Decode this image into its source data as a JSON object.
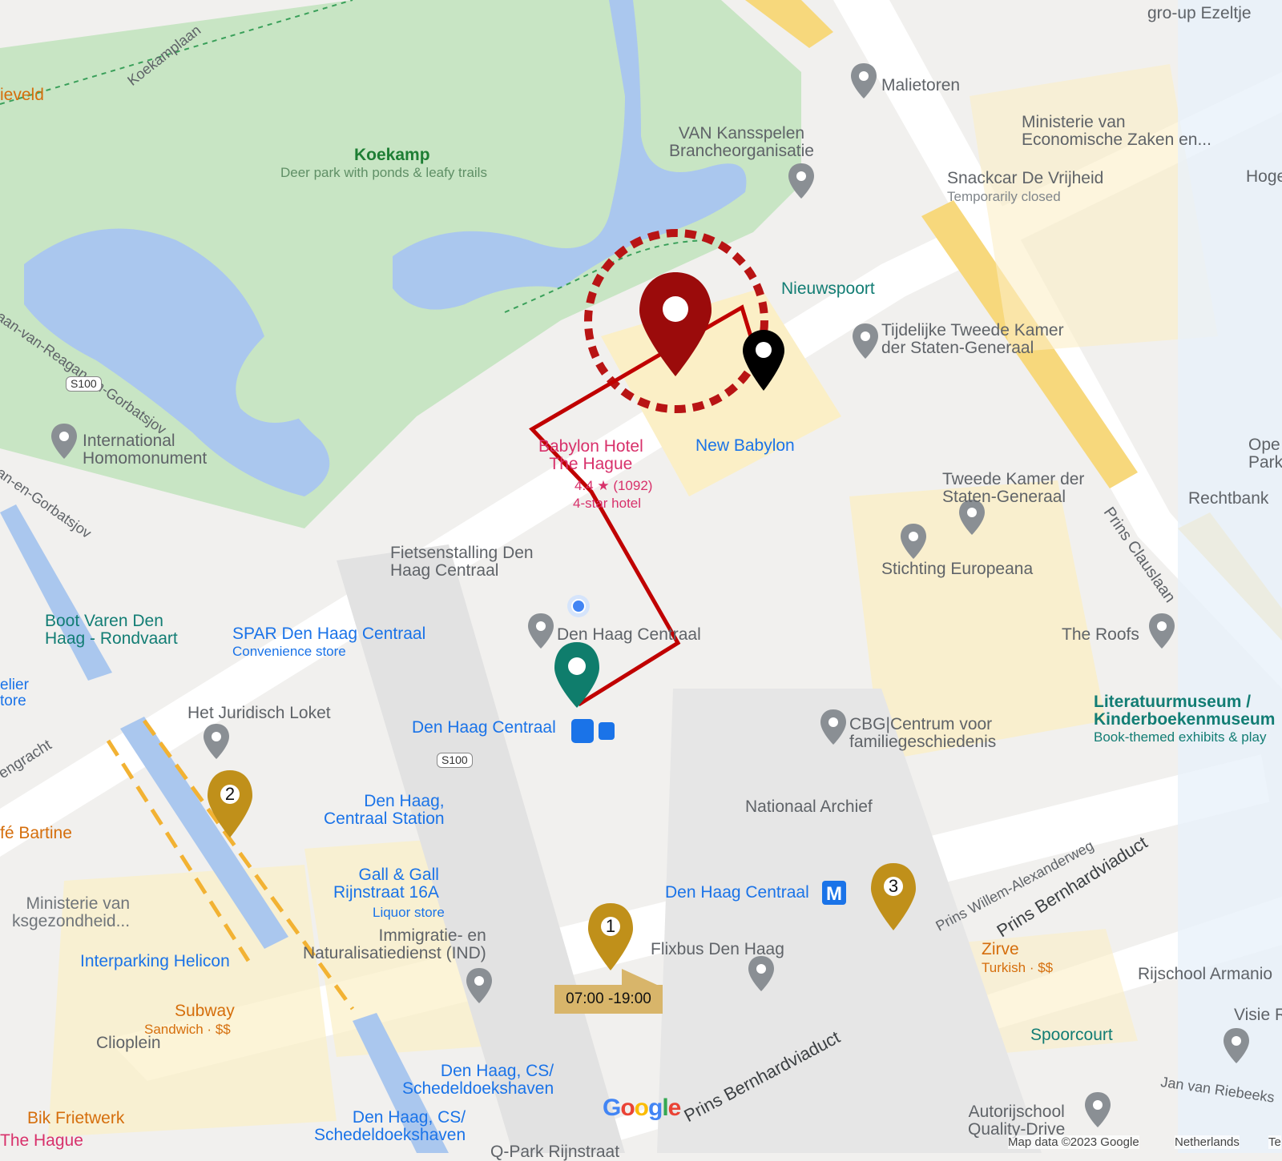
{
  "map": {
    "places": [
      {
        "id": "koekamp",
        "name": "Koekamp",
        "desc": "Deer park with ponds & leafy trails"
      },
      {
        "id": "koekamplaan",
        "name": "Koekamplaan"
      },
      {
        "id": "ieveld",
        "name": "ieveld"
      },
      {
        "id": "laan-reagan",
        "name": "Laan-van-Reagan-en-Gorbatsjov"
      },
      {
        "id": "gorbatsjov",
        "name": "aan-en-Gorbatsjov"
      },
      {
        "id": "s100a",
        "name": "S100"
      },
      {
        "id": "s100b",
        "name": "S100"
      },
      {
        "id": "homomonument",
        "name": "International\nHomomonument"
      },
      {
        "id": "malietoren",
        "name": "Malietoren"
      },
      {
        "id": "kansspelen",
        "name": "VAN Kansspelen\nBrancheorganisatie"
      },
      {
        "id": "ministerie-ez",
        "name": "Ministerie van\nEconomische Zaken en..."
      },
      {
        "id": "snackcar",
        "name": "Snackcar De Vrijheid",
        "status": "Temporarily closed"
      },
      {
        "id": "gro-up",
        "name": "gro-up Ezeltje"
      },
      {
        "id": "hoge",
        "name": "Hoge"
      },
      {
        "id": "nieuwspoort",
        "name": "Nieuwspoort"
      },
      {
        "id": "tijdelijke",
        "name": "Tijdelijke Tweede Kamer\nder Staten-Generaal"
      },
      {
        "id": "babylon",
        "name": "Babylon Hotel\nThe Hague",
        "rating": "4.4 ★ (1092)",
        "category": "4-star hotel"
      },
      {
        "id": "new-babylon",
        "name": "New Babylon"
      },
      {
        "id": "tweede-kamer",
        "name": "Tweede Kamer der\nStaten-Generaal"
      },
      {
        "id": "open-park",
        "name": "Ope\nPark"
      },
      {
        "id": "rechtbank",
        "name": "Rechtbank"
      },
      {
        "id": "europeana",
        "name": "Stichting Europeana"
      },
      {
        "id": "fietsenstalling",
        "name": "Fietsenstalling Den\nHaag Centraal"
      },
      {
        "id": "boot-varen",
        "name": "Boot Varen Den\nHaag - Rondvaart"
      },
      {
        "id": "spar",
        "name": "SPAR Den Haag Centraal",
        "category": "Convenience store"
      },
      {
        "id": "dh-centraal-poi",
        "name": "Den Haag Centraal"
      },
      {
        "id": "the-roofs",
        "name": "The Roofs"
      },
      {
        "id": "prins-clauslaan",
        "name": "Prins Clauslaan"
      },
      {
        "id": "atelier",
        "name": "elier\ntore"
      },
      {
        "id": "literatuurmuseum",
        "name": "Literatuurmuseum /\nKinderboekenmuseum",
        "desc": "Book-themed exhibits & play"
      },
      {
        "id": "juridisch",
        "name": "Het Juridisch Loket"
      },
      {
        "id": "dh-centraal-station",
        "name": "Den Haag Centraal"
      },
      {
        "id": "cbg",
        "name": "CBG|Centrum voor\nfamiliegeschiedenis"
      },
      {
        "id": "engracht",
        "name": "engracht"
      },
      {
        "id": "cafe-bartine",
        "name": "fé Bartine"
      },
      {
        "id": "dh-centraal-station-2",
        "name": "Den Haag,\nCentraal Station"
      },
      {
        "id": "nationaal-archief",
        "name": "Nationaal Archief"
      },
      {
        "id": "gall",
        "name": "Gall & Gall\nRijnstraat 16A",
        "category": "Liquor store"
      },
      {
        "id": "dh-centraal-metro",
        "name": "Den Haag Centraal"
      },
      {
        "id": "pwa-weg",
        "name": "Prins Willem-Alexanderweg"
      },
      {
        "id": "bernhard-1",
        "name": "Prins Bernhardviaduct"
      },
      {
        "id": "ministerie-vws",
        "name": "Ministerie van\nksgezondheid..."
      },
      {
        "id": "ind",
        "name": "Immigratie- en\nNaturalisatiedienst (IND)"
      },
      {
        "id": "flixbus",
        "name": "Flixbus Den Haag"
      },
      {
        "id": "zirve",
        "name": "Zirve",
        "category": "Turkish · $$"
      },
      {
        "id": "rijschool",
        "name": "Rijschool Armanio"
      },
      {
        "id": "interparking",
        "name": "Interparking Helicon"
      },
      {
        "id": "subway",
        "name": "Subway",
        "category": "Sandwich · $$"
      },
      {
        "id": "cliopein",
        "name": "Clioplein"
      },
      {
        "id": "visie",
        "name": "Visie Rij"
      },
      {
        "id": "spoorcourt",
        "name": "Spoorcourt"
      },
      {
        "id": "schedeldoeks-1",
        "name": "Den Haag, CS/\nSchedeldoekshaven"
      },
      {
        "id": "bernhard-2",
        "name": "Prins Bernhardviaduct"
      },
      {
        "id": "jan-van-riebeeck",
        "name": "Jan van Riebeeks"
      },
      {
        "id": "schedeldoeks-2",
        "name": "Den Haag, CS/\nSchedeldoekshaven"
      },
      {
        "id": "autorijschool",
        "name": "Autorijschool\nQuality-Drive"
      },
      {
        "id": "bik",
        "name": "Bik Frietwerk"
      },
      {
        "id": "the-hague",
        "name": "The Hague"
      },
      {
        "id": "qpark",
        "name": "Q-Park Rijnstraat"
      }
    ],
    "markers": {
      "numbered": [
        "1",
        "2",
        "3"
      ],
      "hours": "07:00 -19:00"
    },
    "footer": {
      "logo": "Google",
      "map_data": "Map data ©2023 Google",
      "country": "Netherlands",
      "terms": "Te"
    },
    "colors": {
      "route": "#c00000",
      "destination_marker": "#9b0b0b",
      "start_marker": "#0f7d6c",
      "numbered_marker": "#c0901a",
      "water": "#aac7ee",
      "park": "#c8e5c4"
    }
  }
}
